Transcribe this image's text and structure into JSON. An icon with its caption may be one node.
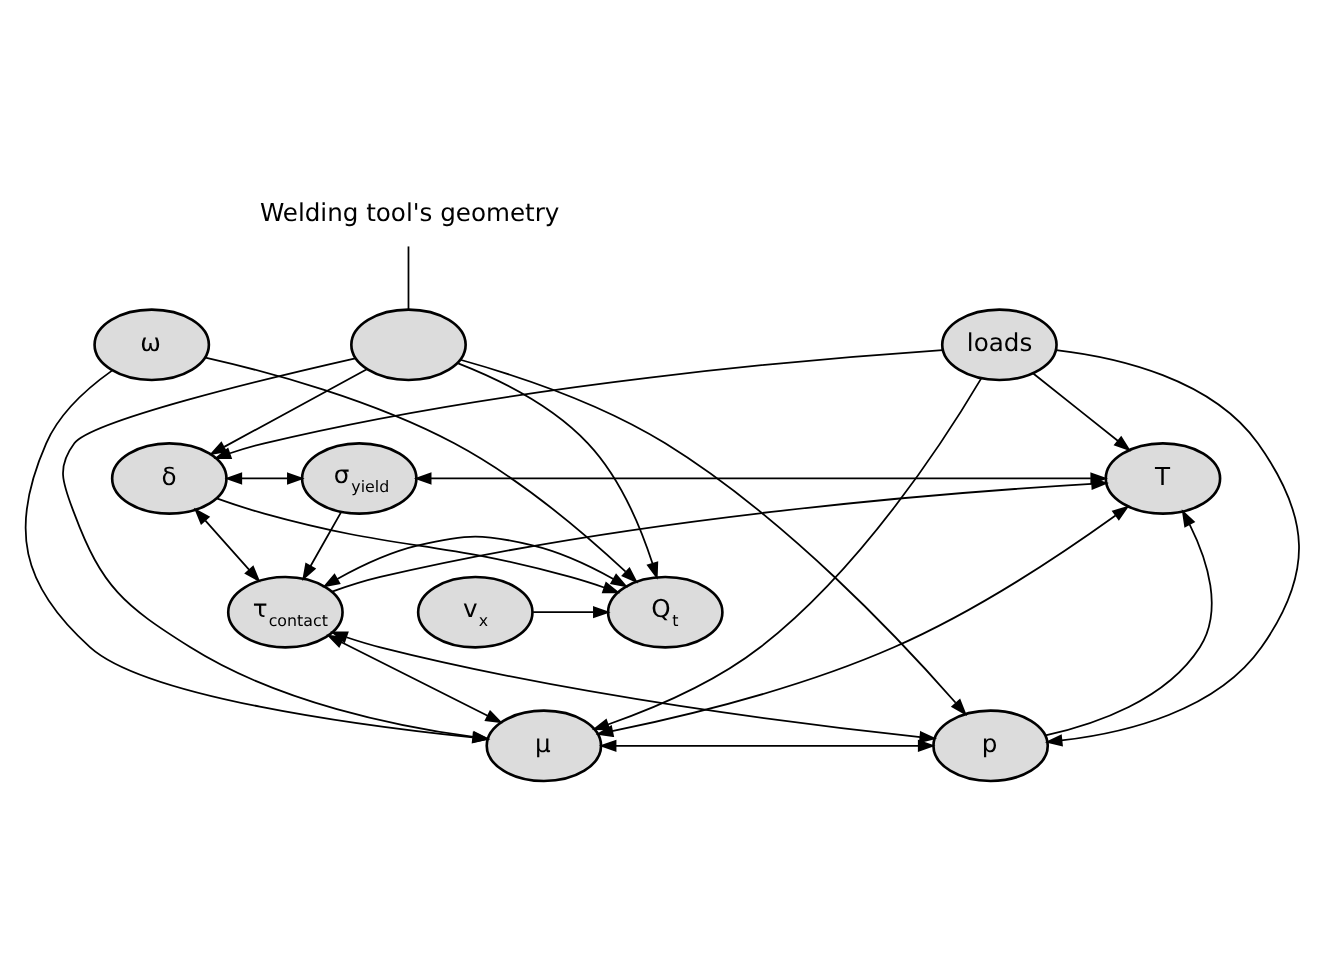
{
  "diagram": {
    "nodes": [
      {
        "text": [
          "Welding tool's geometry"
        ]
      },
      {
        "text": [],
        "shape": "circle"
      },
      {
        "text": [
          "δ"
        ]
      },
      {
        "text": [
          "σ$_{yield}$"
        ]
      },
      {
        "text": [
          "T"
        ]
      },
      {
        "text": [
          "v$_{x}$"
        ]
      },
      {
        "text": [
          "Q$_{t}$"
        ]
      },
      {
        "text": [
          "τ$_{contact}$"
        ]
      },
      {
        "text": [
          "μ"
        ]
      },
      {
        "text": [
          "p"
        ]
      },
      {
        "text": [
          "ω"
        ]
      },
      {
        "text": [
          "loads"
        ]
      }
    ],
    "edges": [
      {
        "from": 0,
        "to": 1,
        "arrow": "none"
      },
      {
        "from": 1,
        "to": 2,
        "arrow": "to"
      },
      {
        "from": 1,
        "to": 6,
        "arrow": "to"
      },
      {
        "from": 1,
        "to": 8,
        "arrow": "to"
      },
      {
        "from": 1,
        "to": 9,
        "arrow": "to"
      },
      {
        "from": 2,
        "to": 3,
        "arrow": "both"
      },
      {
        "from": 2,
        "to": 6,
        "arrow": "to"
      },
      {
        "from": 2,
        "to": 7,
        "arrow": "both"
      },
      {
        "from": 3,
        "to": 4,
        "arrow": "both"
      },
      {
        "from": 3,
        "to": 7,
        "arrow": "to"
      },
      {
        "from": 7,
        "to": 4,
        "arrow": "to"
      },
      {
        "from": 5,
        "to": 6,
        "arrow": "to"
      },
      {
        "from": 7,
        "to": 6,
        "arrow": "both"
      },
      {
        "from": 7,
        "to": 8,
        "arrow": "both"
      },
      {
        "from": 7,
        "to": 9,
        "arrow": "both"
      },
      {
        "from": 8,
        "to": 9,
        "arrow": "both"
      },
      {
        "from": 9,
        "to": 4,
        "arrow": "to"
      },
      {
        "from": 10,
        "to": 6,
        "arrow": "to"
      },
      {
        "from": 10,
        "to": 8,
        "arrow": "to"
      },
      {
        "from": 11,
        "to": 8,
        "arrow": "to"
      },
      {
        "from": 11,
        "to": 9,
        "arrow": "to"
      },
      {
        "from": 11,
        "to": 4,
        "arrow": "to"
      },
      {
        "from": 11,
        "to": 2,
        "arrow": "to"
      },
      {
        "from": 8,
        "to": 4,
        "arrow": "both"
      }
    ]
  }
}
